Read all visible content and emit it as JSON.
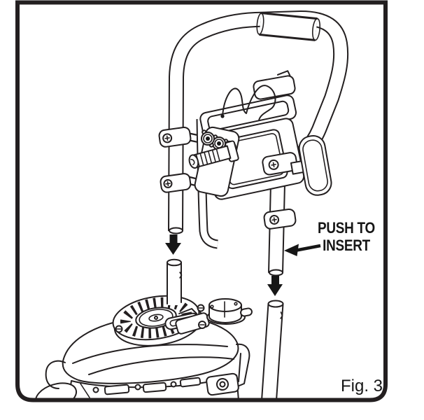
{
  "figure": {
    "label": "Fig. 3",
    "callout": {
      "line1": "PUSH TO",
      "line2": "INSERT"
    },
    "colors": {
      "ink": "#231f20",
      "background": "#ffffff",
      "arrow_fill": "#161616"
    },
    "icons": {
      "left_down_arrow": "down-arrow",
      "right_down_arrow": "down-arrow",
      "callout_arrow": "left-arrow"
    }
  }
}
